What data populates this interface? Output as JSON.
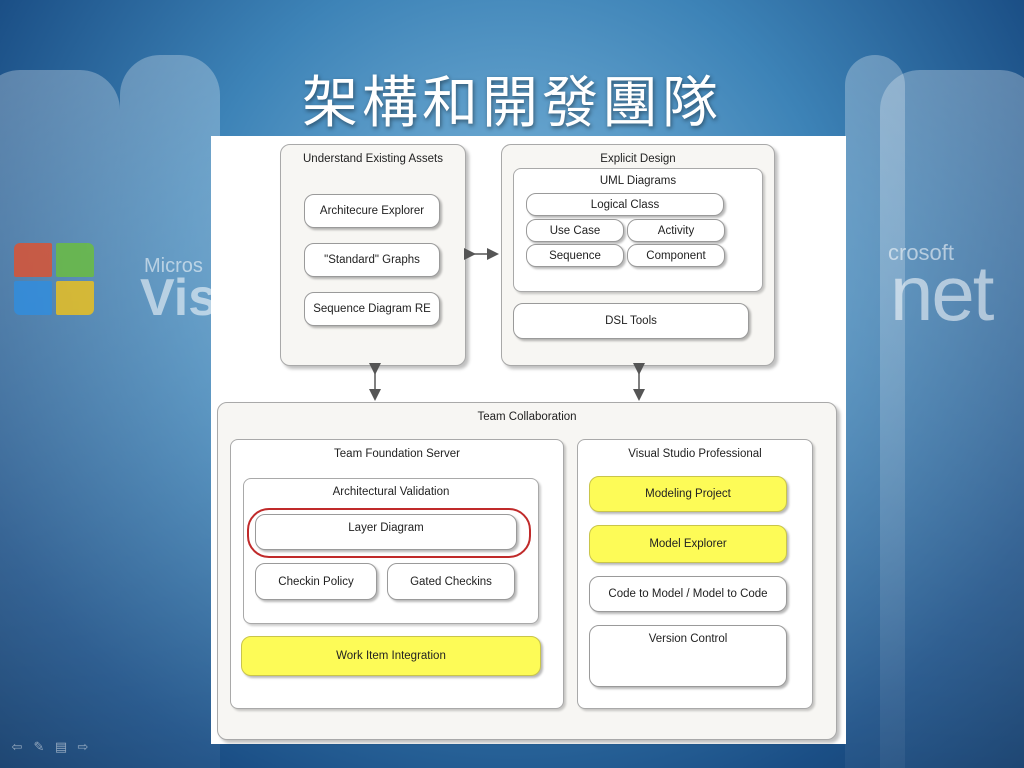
{
  "slide": {
    "title": "架構和開發團隊"
  },
  "background": {
    "left_logo_text": "Micros",
    "left_logo_big": "Vis",
    "right_logo_text": "crosoft",
    "right_logo_big": "net"
  },
  "diagram": {
    "understand": {
      "title": "Understand Existing Assets",
      "items": [
        "Architecure Explorer",
        "\"Standard\" Graphs",
        "Sequence Diagram RE"
      ]
    },
    "explicit": {
      "title": "Explicit Design",
      "uml_title": "UML Diagrams",
      "uml_items": [
        "Logical Class",
        "Use Case",
        "Activity",
        "Sequence",
        "Component"
      ],
      "dsl": "DSL Tools"
    },
    "team": {
      "title": "Team Collaboration",
      "tfs": {
        "title": "Team Foundation Server",
        "arch_title": "Architectural Validation",
        "layer": "Layer Diagram",
        "checkin": "Checkin Policy",
        "gated": "Gated Checkins",
        "work_item": "Work Item Integration"
      },
      "vsp": {
        "title": "Visual Studio Professional",
        "modeling": "Modeling Project",
        "explorer": "Model Explorer",
        "code_model": "Code to Model / Model to Code",
        "version": "Version Control"
      }
    },
    "colors": {
      "highlight": "#fdfb57",
      "ring": "#c02a2a"
    }
  },
  "nav_icons": [
    "back-arrow-icon",
    "pen-icon",
    "menu-icon",
    "forward-arrow-icon"
  ]
}
